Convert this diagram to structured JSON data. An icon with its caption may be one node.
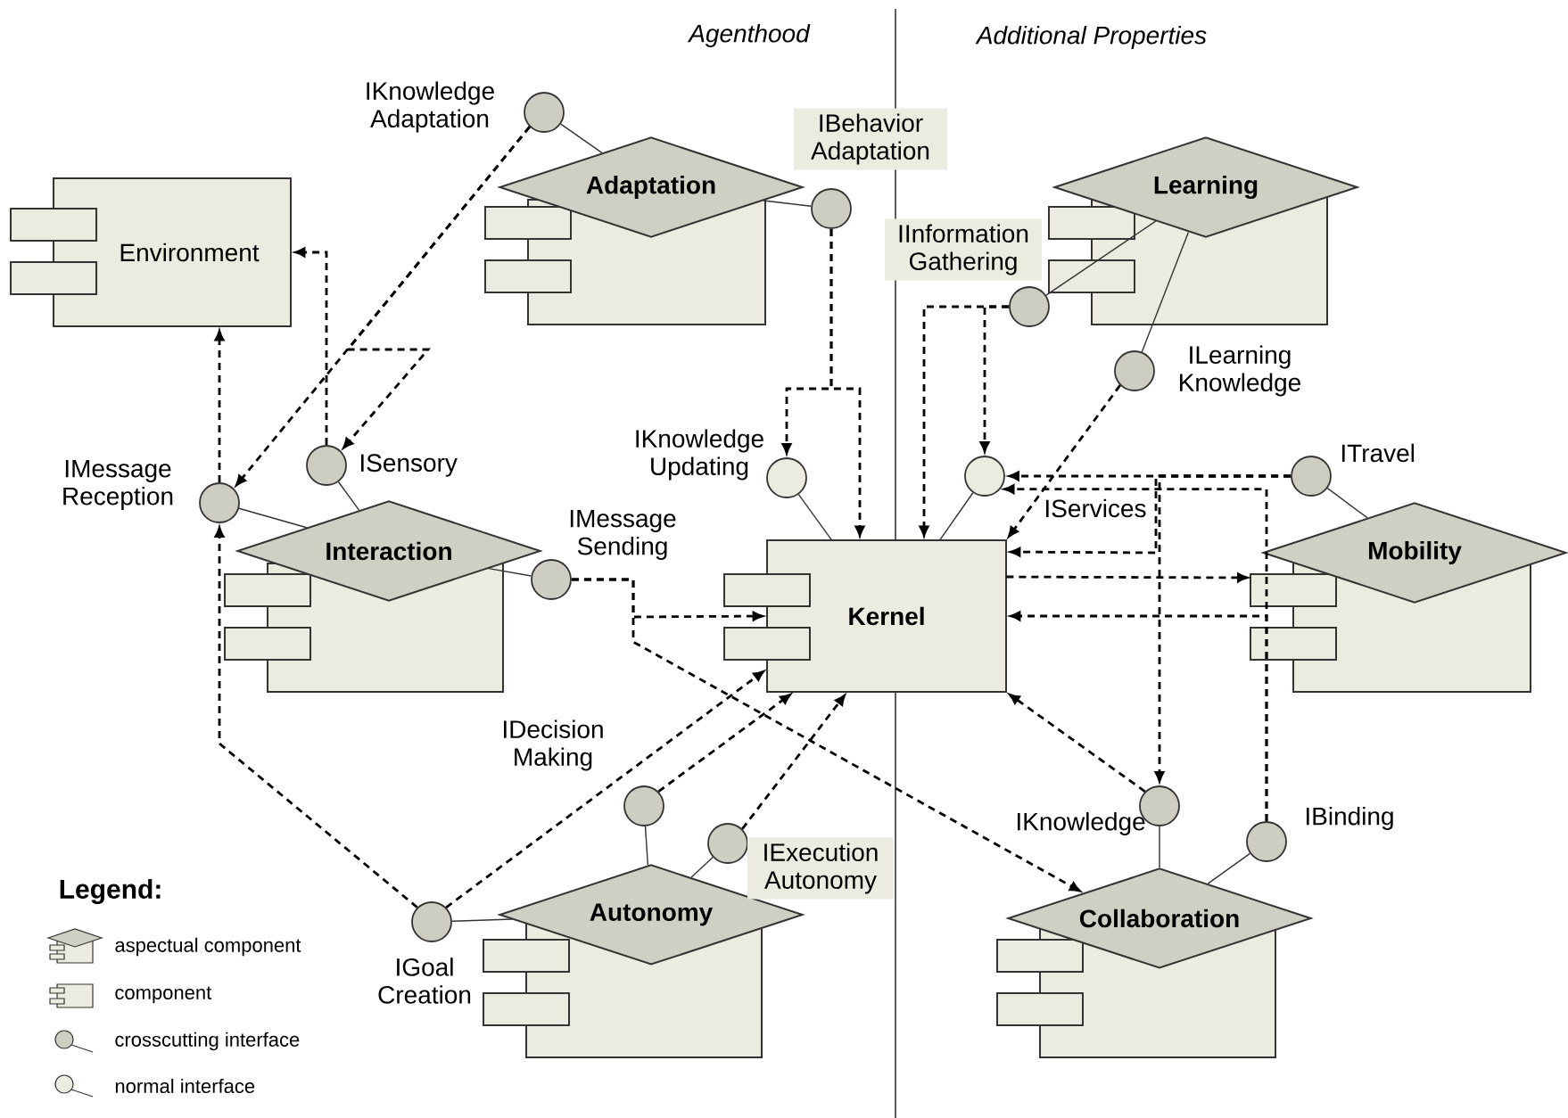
{
  "diagram": {
    "nodes": [
      {
        "text": [
          "Environment"
        ]
      },
      {
        "text": [
          "Adaptation"
        ]
      },
      {
        "text": [
          "Learning"
        ]
      },
      {
        "text": [
          "Interaction"
        ]
      },
      {
        "text": [
          "Kernel"
        ]
      },
      {
        "text": [
          "Mobility"
        ]
      },
      {
        "text": [
          "Autonomy"
        ]
      },
      {
        "text": [
          "Collaboration"
        ]
      },
      {
        "text": [
          "IKnowledge Adaptation"
        ]
      },
      {
        "text": [
          "IBehavior Adaptation"
        ]
      },
      {
        "text": [
          "IInformation Gathering"
        ]
      },
      {
        "text": [
          "ILearning Knowledge"
        ]
      },
      {
        "text": [
          "IKnowledge Updating"
        ]
      },
      {
        "text": [
          "IServices"
        ]
      },
      {
        "text": [
          "ITravel"
        ]
      },
      {
        "text": [
          "IMessage Reception"
        ]
      },
      {
        "text": [
          "ISensory"
        ]
      },
      {
        "text": [
          "IMessage Sending"
        ]
      },
      {
        "text": [
          "IDecision Making"
        ]
      },
      {
        "text": [
          "IExecution Autonomy"
        ]
      },
      {
        "text": [
          "IGoal Creation"
        ]
      },
      {
        "text": [
          "IKnowledge"
        ]
      },
      {
        "text": [
          "IBinding"
        ]
      }
    ],
    "edges": [
      {
        "from": 8,
        "to": 1,
        "arrow": "none"
      },
      {
        "from": 9,
        "to": 1,
        "arrow": "none"
      },
      {
        "from": 10,
        "to": 2,
        "arrow": "none"
      },
      {
        "from": 11,
        "to": 2,
        "arrow": "none"
      },
      {
        "from": 12,
        "to": 4,
        "arrow": "none"
      },
      {
        "from": 13,
        "to": 4,
        "arrow": "none"
      },
      {
        "from": 14,
        "to": 5,
        "arrow": "none"
      },
      {
        "from": 15,
        "to": 3,
        "arrow": "none"
      },
      {
        "from": 16,
        "to": 3,
        "arrow": "none"
      },
      {
        "from": 17,
        "to": 3,
        "arrow": "none"
      },
      {
        "from": 18,
        "to": 6,
        "arrow": "none"
      },
      {
        "from": 19,
        "to": 6,
        "arrow": "none"
      },
      {
        "from": 20,
        "to": 6,
        "arrow": "none"
      },
      {
        "from": 21,
        "to": 7,
        "arrow": "none"
      },
      {
        "from": 22,
        "to": 7,
        "arrow": "none"
      },
      {
        "from": 8,
        "to": 15,
        "arrow": "to",
        "style": "dashed"
      },
      {
        "from": 8,
        "to": 16,
        "arrow": "to",
        "style": "dashed"
      },
      {
        "from": 16,
        "to": 0,
        "arrow": "to",
        "style": "dashed"
      },
      {
        "from": 15,
        "to": 0,
        "arrow": "to",
        "style": "dashed"
      },
      {
        "from": 20,
        "to": 15,
        "arrow": "to",
        "style": "dashed"
      },
      {
        "from": 9,
        "to": 12,
        "arrow": "to",
        "style": "dashed"
      },
      {
        "from": 9,
        "to": 4,
        "arrow": "to",
        "style": "dashed"
      },
      {
        "from": 10,
        "to": 13,
        "arrow": "to",
        "style": "dashed"
      },
      {
        "from": 10,
        "to": 4,
        "arrow": "to",
        "style": "dashed"
      },
      {
        "from": 11,
        "to": 4,
        "arrow": "to",
        "style": "dashed"
      },
      {
        "from": 14,
        "to": 13,
        "arrow": "to",
        "style": "dashed"
      },
      {
        "from": 14,
        "to": 4,
        "arrow": "to",
        "style": "dashed"
      },
      {
        "from": 14,
        "to": 21,
        "arrow": "to",
        "style": "dashed"
      },
      {
        "from": 22,
        "to": 13,
        "arrow": "to",
        "style": "dashed"
      },
      {
        "from": 22,
        "to": 4,
        "arrow": "to",
        "style": "dashed"
      },
      {
        "from": 4,
        "to": 5,
        "arrow": "to",
        "style": "dashed"
      },
      {
        "from": 21,
        "to": 4,
        "arrow": "to",
        "style": "dashed"
      },
      {
        "from": 17,
        "to": 4,
        "arrow": "to",
        "style": "dashed"
      },
      {
        "from": 17,
        "to": 7,
        "arrow": "to",
        "style": "dashed"
      },
      {
        "from": 20,
        "to": 4,
        "arrow": "to",
        "style": "dashed"
      },
      {
        "from": 18,
        "to": 4,
        "arrow": "to",
        "style": "dashed"
      },
      {
        "from": 19,
        "to": 4,
        "arrow": "to",
        "style": "dashed"
      }
    ],
    "labels": [
      "Agenthood",
      "Additional Properties",
      "Legend:"
    ],
    "legend": [
      {
        "text": "aspectual component"
      },
      {
        "text": "component"
      },
      {
        "text": "crosscutting interface"
      },
      {
        "text": "normal interface"
      }
    ]
  }
}
